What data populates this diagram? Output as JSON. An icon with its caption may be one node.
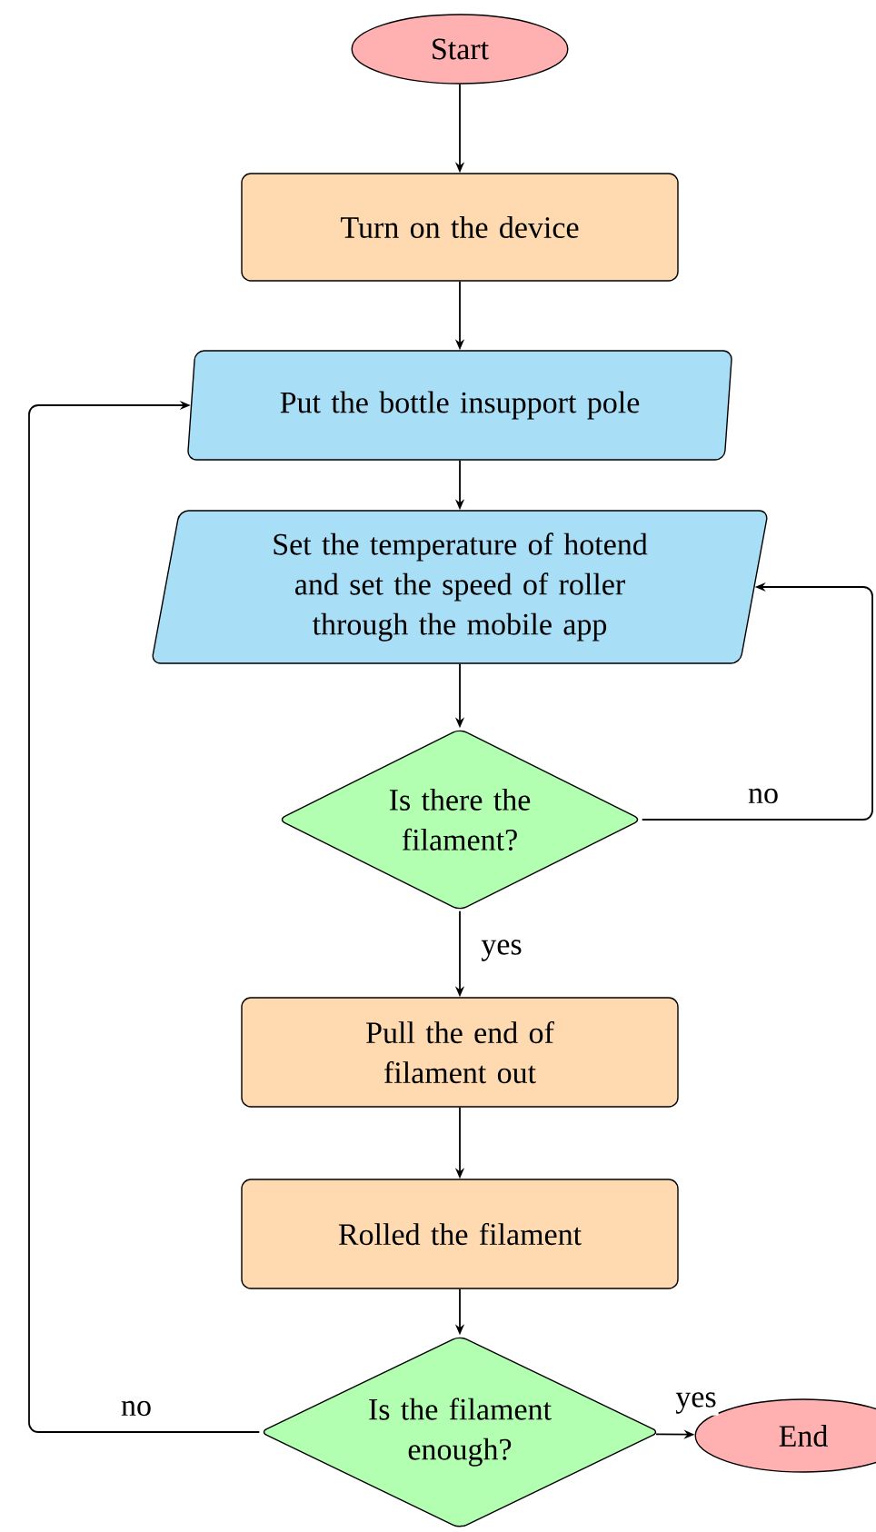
{
  "diagram": {
    "nodes": [
      {
        "text": [
          "Start"
        ]
      },
      {
        "text": [
          "Turn on the device"
        ]
      },
      {
        "text": [
          "Put the bottle insupport pole"
        ]
      },
      {
        "text": [
          "Set the temperature of hotend and set the speed of roller through the mobile app"
        ]
      },
      {
        "text": [
          "Is there the filament?"
        ]
      },
      {
        "text": [
          "Pull the end of filament out"
        ]
      },
      {
        "text": [
          "Rolled the filament"
        ]
      },
      {
        "text": [
          "Is the filament enough?"
        ]
      },
      {
        "text": [
          "End"
        ]
      }
    ],
    "edges": [
      {
        "from": 0,
        "to": 1,
        "arrow": "to"
      },
      {
        "from": 1,
        "to": 2,
        "arrow": "to"
      },
      {
        "from": 2,
        "to": 3,
        "arrow": "to"
      },
      {
        "from": 3,
        "to": 4,
        "arrow": "to"
      },
      {
        "from": 4,
        "to": 5,
        "arrow": "to",
        "label": "yes"
      },
      {
        "from": 4,
        "to": 3,
        "arrow": "to",
        "label": "no"
      },
      {
        "from": 5,
        "to": 6,
        "arrow": "to"
      },
      {
        "from": 6,
        "to": 7,
        "arrow": "to"
      },
      {
        "from": 7,
        "to": 8,
        "arrow": "to",
        "label": "yes"
      },
      {
        "from": 7,
        "to": 2,
        "arrow": "to",
        "label": "no"
      }
    ]
  }
}
